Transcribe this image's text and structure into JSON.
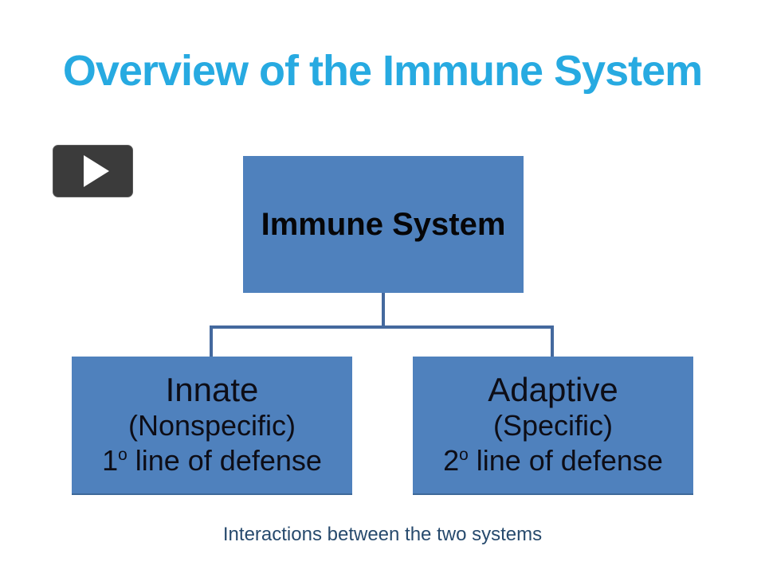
{
  "slide": {
    "title": "Overview of the Immune System",
    "caption": "Interactions between the two systems"
  },
  "video": {
    "icon": "play-icon"
  },
  "diagram": {
    "root": {
      "label": "Immune System"
    },
    "children": [
      {
        "title": "Innate",
        "subtitle": "(Nonspecific)",
        "line_prefix": "1",
        "line_sup": "o",
        "line_rest": " line of defense"
      },
      {
        "title": "Adaptive",
        "subtitle": "(Specific)",
        "line_prefix": "2",
        "line_sup": "o",
        "line_rest": " line of defense"
      }
    ]
  },
  "colors": {
    "title_text": "#27aae1",
    "box_fill": "#4f81bd",
    "box_text": "#0d0d16",
    "connector": "#44699e",
    "caption_text": "#274a6d",
    "video_background": "#3b3b3b",
    "play_glyph": "#ffffff"
  }
}
